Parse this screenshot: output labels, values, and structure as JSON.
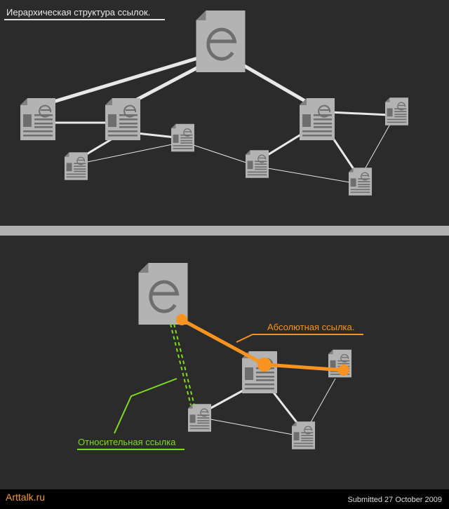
{
  "title": "Иерархическая структура ссылок.",
  "absolute_label": "Абсолютная ссылка.",
  "relative_label": "Относительная ссылка",
  "footer": {
    "logo": "Arttalk.ru",
    "submitted": "Submitted 27 October 2009"
  },
  "colors": {
    "background": "#2b2b2b",
    "document": "#b3b3b3",
    "absolute": "#f7931e",
    "relative": "#7ddc1f",
    "link": "#e8e8e8"
  }
}
